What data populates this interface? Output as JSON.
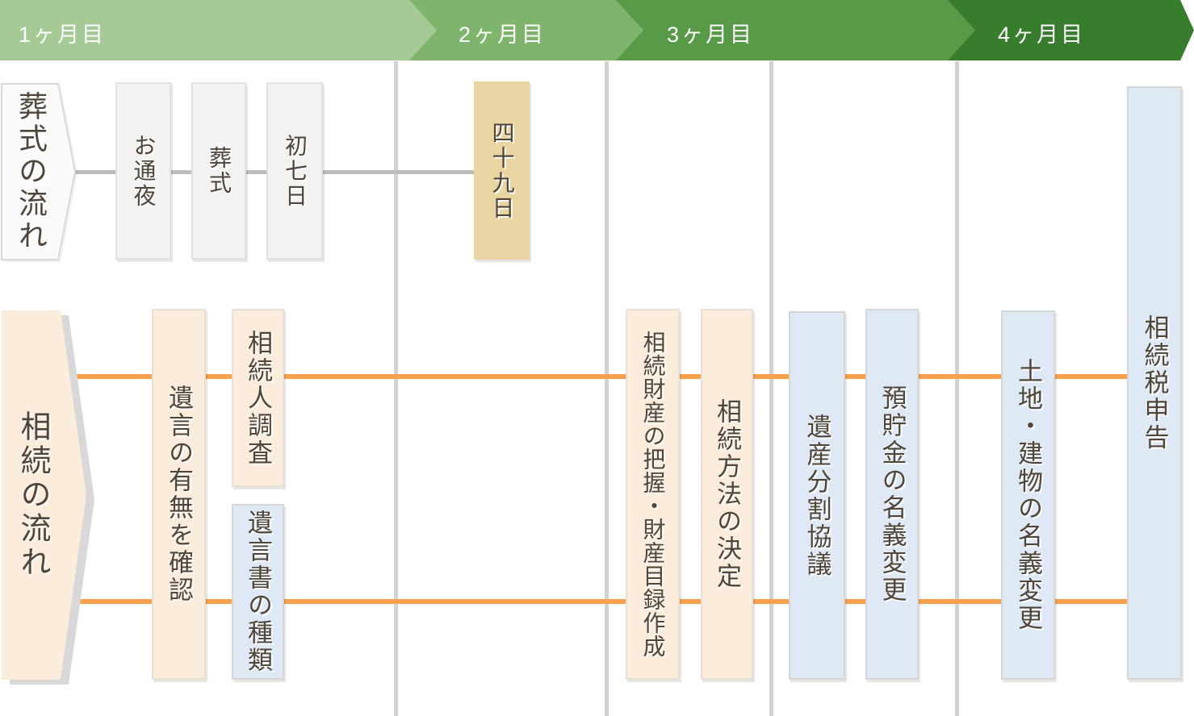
{
  "header": {
    "months": [
      {
        "label": "1ヶ月目",
        "color": "#a6ca96"
      },
      {
        "label": "2ヶ月目",
        "color": "#7fb46c"
      },
      {
        "label": "3ヶ月目",
        "color": "#599a49"
      },
      {
        "label": "4ヶ月目",
        "color": "#387d2d"
      }
    ]
  },
  "funeral": {
    "label": "葬式の流れ",
    "steps": [
      {
        "label": "お通夜",
        "color": "#f2f2f1"
      },
      {
        "label": "葬式",
        "color": "#f2f2f1"
      },
      {
        "label": "初七日",
        "color": "#f2f2f1"
      },
      {
        "label": "四十九日",
        "color": "#e9d5a1"
      }
    ]
  },
  "inheritance": {
    "label": "相続の流れ",
    "steps": [
      {
        "label": "遺言の有無を確認",
        "color": "#fcecdb"
      },
      {
        "label": "相続人調査",
        "color": "#fcecdb"
      },
      {
        "label": "遺言書の種類",
        "color": "#dfe9f5"
      },
      {
        "label": "相続財産の把握・財産目録作成",
        "color": "#fcecdb"
      },
      {
        "label": "相続方法の決定",
        "color": "#fcecdb"
      },
      {
        "label": "遺産分割協議",
        "color": "#dfe9f5"
      },
      {
        "label": "預貯金の名義変更",
        "color": "#dfe9f5"
      },
      {
        "label": "土地・建物の名義変更",
        "color": "#dfe9f5"
      },
      {
        "label": "相続税申告",
        "color": "#dfe9f5"
      }
    ]
  },
  "colors": {
    "inheritance_timeline_line": "#f7a04e",
    "funeral_timeline_line": "#bcbcbc",
    "month_divider_line": "#d2d2d2",
    "text": "#4f4539",
    "header_text": "#ffffff"
  }
}
